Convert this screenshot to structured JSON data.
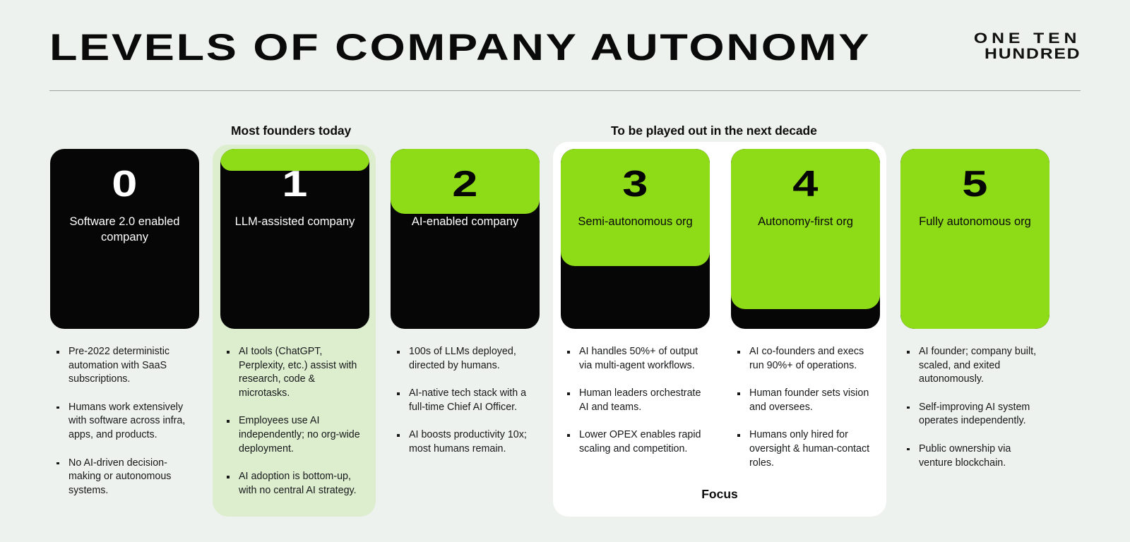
{
  "header": {
    "title": "LEVELS OF COMPANY AUTONOMY",
    "logo_line_1": "ONE TEN",
    "logo_line_2": "HUNDRED"
  },
  "sections": {
    "today_caption": "Most founders today",
    "future_caption": "To be played out in the next decade",
    "focus_label": "Focus"
  },
  "colors": {
    "background": "#eef2ee",
    "accent_green": "#8ddc17",
    "panel_green": "#ddeecf",
    "panel_white": "#ffffff",
    "card_black": "#060606"
  },
  "levels": [
    {
      "number": "0",
      "label": "Software 2.0 enabled company",
      "fill_percent": 0,
      "bullets": [
        "Pre-2022 deterministic automation with SaaS subscriptions.",
        "Humans work extensively with software across infra, apps, and products.",
        "No AI-driven decision-making or autonomous systems."
      ]
    },
    {
      "number": "1",
      "label": "LLM-assisted company",
      "fill_percent": 12,
      "bullets": [
        "AI tools (ChatGPT, Perplexity, etc.) assist with research, code & microtasks.",
        "Employees use AI independently; no org-wide deployment.",
        "AI adoption is bottom-up, with no central AI strategy."
      ]
    },
    {
      "number": "2",
      "label": "AI-enabled company",
      "fill_percent": 36,
      "bullets": [
        "100s of LLMs deployed, directed by humans.",
        "AI-native tech stack with a full-time Chief AI Officer.",
        "AI boosts productivity 10x; most humans remain."
      ]
    },
    {
      "number": "3",
      "label": "Semi-autonomous org",
      "fill_percent": 65,
      "bullets": [
        "AI handles 50%+ of output via multi-agent workflows.",
        "Human leaders orchestrate AI and teams.",
        "Lower OPEX enables rapid scaling and competition."
      ]
    },
    {
      "number": "4",
      "label": "Autonomy-first org",
      "fill_percent": 89,
      "bullets": [
        "AI co-founders and execs run 90%+ of operations.",
        "Human founder sets vision and oversees.",
        "Humans only hired for oversight & human-contact roles."
      ]
    },
    {
      "number": "5",
      "label": "Fully autonomous org",
      "fill_percent": 100,
      "bullets": [
        "AI founder; company built, scaled, and exited autonomously.",
        "Self-improving AI system operates independently.",
        "Public ownership via venture blockchain."
      ]
    }
  ]
}
